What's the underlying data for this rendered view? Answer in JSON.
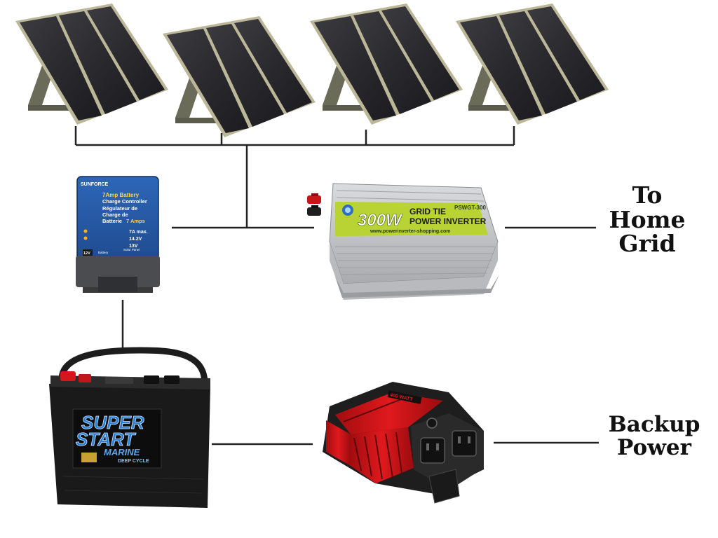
{
  "labels": {
    "grid": [
      "To",
      "Home",
      "Grid"
    ],
    "backup": [
      "Backup",
      "Power"
    ]
  },
  "solar_panels": {
    "count": 4
  },
  "charge_controller": {
    "brand": "SUNFORCE",
    "title_line1": "7Amp Battery",
    "title_line2": "Charge Controller",
    "fr_line1": "Régulateur de",
    "fr_line2": "Charge de",
    "fr_line3": "Batterie",
    "fr_amps": "7 Amps",
    "spec1": "7A max.",
    "spec2": "14.2V",
    "spec3": "13V",
    "badge": "12V",
    "sub1": "Battery",
    "sub2": "Solar Panel"
  },
  "grid_tie_inverter": {
    "model": "PSWGT-300",
    "watts": "300W",
    "line1": "GRID TIE",
    "line2": "POWER INVERTER",
    "url": "www.powerinverter-shopping.com",
    "colors": {
      "label": "#b9d334",
      "body": "#c7c9cc"
    }
  },
  "battery": {
    "brand_line1": "SUPER",
    "brand_line2": "START",
    "brand_line3": "MARINE",
    "brand_line4": "DEEP CYCLE",
    "colors": {
      "case": "#1a1a1a",
      "brand": "#2a7fd4"
    }
  },
  "backup_inverter": {
    "rating": "400 WATT",
    "colors": {
      "body": "#d8171b",
      "frame": "#222222"
    }
  },
  "colors": {
    "wire": "#222222",
    "text": "#111111"
  }
}
